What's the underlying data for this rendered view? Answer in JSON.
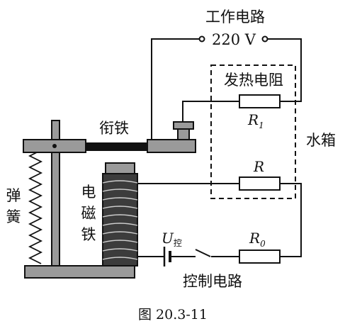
{
  "labels": {
    "working_circuit": "工作电路",
    "voltage": "220 V",
    "heating_resistor": "发热电阻",
    "armature": "衔铁",
    "water_tank": "水箱",
    "spring": [
      "弹",
      "簧"
    ],
    "electromagnet": [
      "电",
      "磁",
      "铁"
    ],
    "control_circuit": "控制电路",
    "figure_caption": "图 20.3-11"
  },
  "components": {
    "r1": {
      "symbol": "R",
      "subscript": "1"
    },
    "r": {
      "symbol": "R"
    },
    "r0": {
      "symbol": "R",
      "subscript": "0"
    },
    "u_control": {
      "symbol": "U",
      "subscript": "控"
    }
  },
  "colors": {
    "ink": "#111111",
    "metal_gray": "#9a9a9a",
    "coil_dark": "#3c3c3c"
  }
}
